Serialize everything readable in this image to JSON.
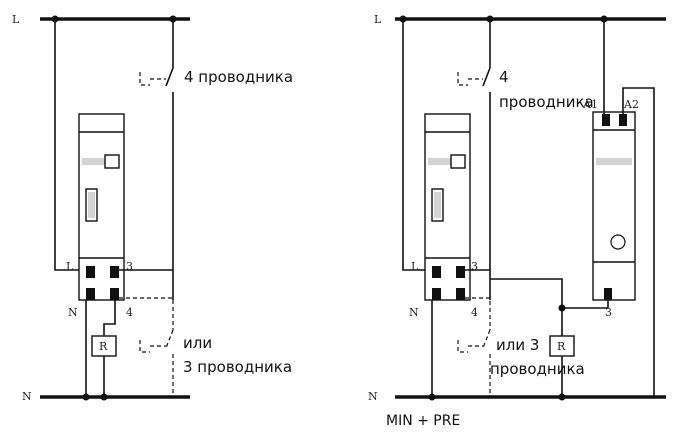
{
  "left_diagram": {
    "rail_top": "L",
    "rail_bottom": "N",
    "terminal_L": "L",
    "terminal_N": "N",
    "terminal_3": "3",
    "terminal_4": "4",
    "relay": "R",
    "label_4wire": "4 проводника",
    "label_or": "или",
    "label_3wire": "3 проводника"
  },
  "right_diagram": {
    "rail_top": "L",
    "rail_bottom": "N",
    "terminal_L": "L",
    "terminal_N": "N",
    "terminal_3": "3",
    "terminal_4": "4",
    "relay": "R",
    "label_4": "4",
    "label_4_word": "проводника",
    "label_A1": "A1",
    "label_A2": "A2",
    "label_3_pre": "3",
    "label_or3": "или 3",
    "label_3_word": "проводника",
    "caption": "MIN + PRE"
  }
}
